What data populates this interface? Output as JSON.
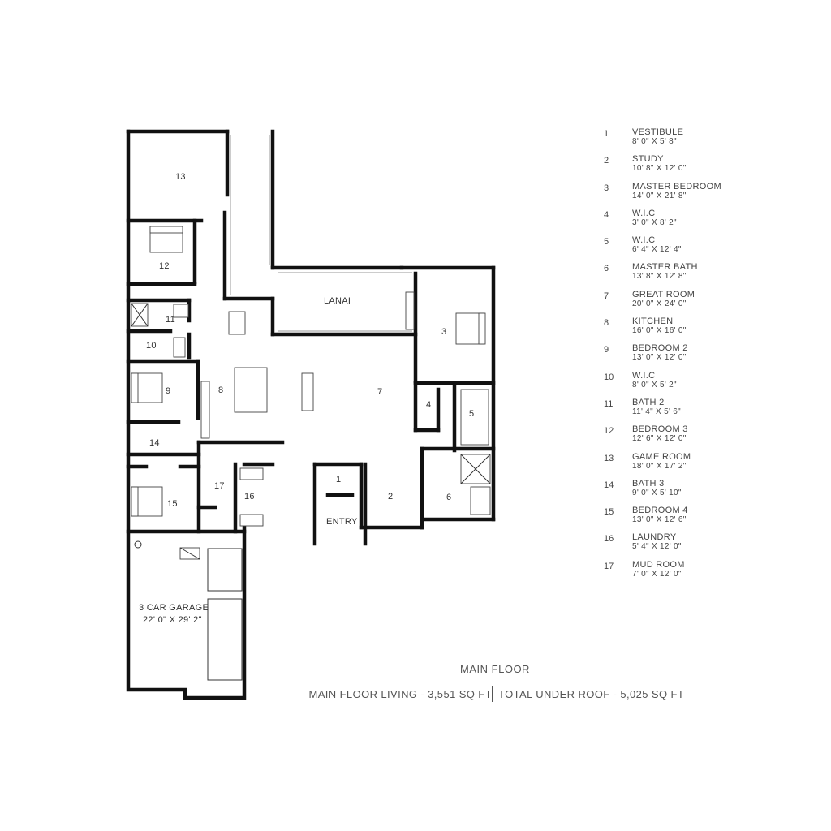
{
  "rooms": [
    {
      "num": "1",
      "name": "VESTIBULE",
      "dim": "8' 0\" X 5' 8\""
    },
    {
      "num": "2",
      "name": "STUDY",
      "dim": "10' 8\" X 12' 0\""
    },
    {
      "num": "3",
      "name": "MASTER BEDROOM",
      "dim": "14' 0\" X 21' 8\""
    },
    {
      "num": "4",
      "name": "W.I.C",
      "dim": "3' 0\" X 8' 2\""
    },
    {
      "num": "5",
      "name": "W.I.C",
      "dim": "6' 4\" X 12' 4\""
    },
    {
      "num": "6",
      "name": "MASTER BATH",
      "dim": "13' 8\" X 12' 8\""
    },
    {
      "num": "7",
      "name": "GREAT ROOM",
      "dim": "20' 0\" X 24' 0\""
    },
    {
      "num": "8",
      "name": "KITCHEN",
      "dim": "16' 0\" X 16' 0\""
    },
    {
      "num": "9",
      "name": "BEDROOM 2",
      "dim": "13' 0\" X 12' 0\""
    },
    {
      "num": "10",
      "name": "W.I.C",
      "dim": "8' 0\" X 5' 2\""
    },
    {
      "num": "11",
      "name": "BATH 2",
      "dim": "11' 4\" X 5' 6\""
    },
    {
      "num": "12",
      "name": "BEDROOM 3",
      "dim": "12' 6\" X 12' 0\""
    },
    {
      "num": "13",
      "name": "GAME ROOM",
      "dim": "18' 0\" X 17' 2\""
    },
    {
      "num": "14",
      "name": "BATH 3",
      "dim": "9' 0\" X 5' 10\""
    },
    {
      "num": "15",
      "name": "BEDROOM 4",
      "dim": "13' 0\" X 12' 6\""
    },
    {
      "num": "16",
      "name": "LAUNDRY",
      "dim": "5' 4\" X 12' 0\""
    },
    {
      "num": "17",
      "name": "MUD ROOM",
      "dim": "7' 0\" X 12' 0\""
    }
  ],
  "plan_labels": {
    "lanai": "LANAI",
    "entry": "ENTRY",
    "garage_name": "3 CAR GARAGE",
    "garage_dim": "22' 0\" X 29' 2\""
  },
  "caption": {
    "title": "MAIN FLOOR",
    "living": "MAIN FLOOR LIVING - 3,551 SQ FT",
    "total": "TOTAL UNDER ROOF - 5,025 SQ FT"
  }
}
